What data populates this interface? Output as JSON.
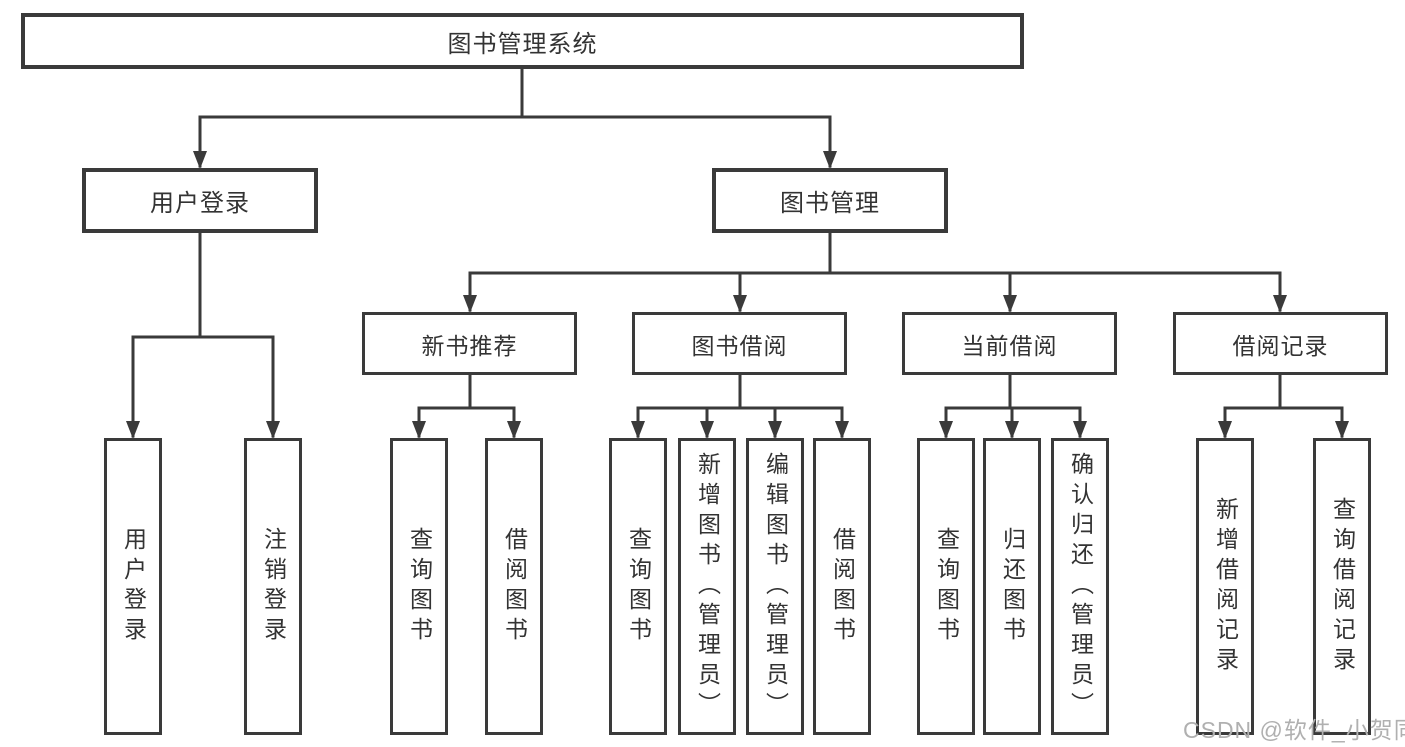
{
  "diagram": {
    "title": "图书管理系统",
    "level2": {
      "user_login": "用户登录",
      "book_mgmt": "图书管理"
    },
    "level3": {
      "new_book": "新书推荐",
      "book_borrow": "图书借阅",
      "current_borrow": "当前借阅",
      "borrow_record": "借阅记录"
    },
    "leaves": {
      "user_login": [
        "用户登录",
        "注销登录"
      ],
      "new_book": [
        "查询图书",
        "借阅图书"
      ],
      "book_borrow": [
        "查询图书",
        "新增图书（管理员）",
        "编辑图书（管理员）",
        "借阅图书"
      ],
      "current_borrow": [
        "查询图书",
        "归还图书",
        "确认归还（管理员）"
      ],
      "borrow_record": [
        "新增借阅记录",
        "查询借阅记录"
      ]
    },
    "watermark": "CSDN @软件_小贺同学",
    "colors": {
      "line": "#3a3a3a",
      "box_border": "#3a3a3a",
      "text": "#333333",
      "watermark": "#b0b0b0"
    }
  }
}
